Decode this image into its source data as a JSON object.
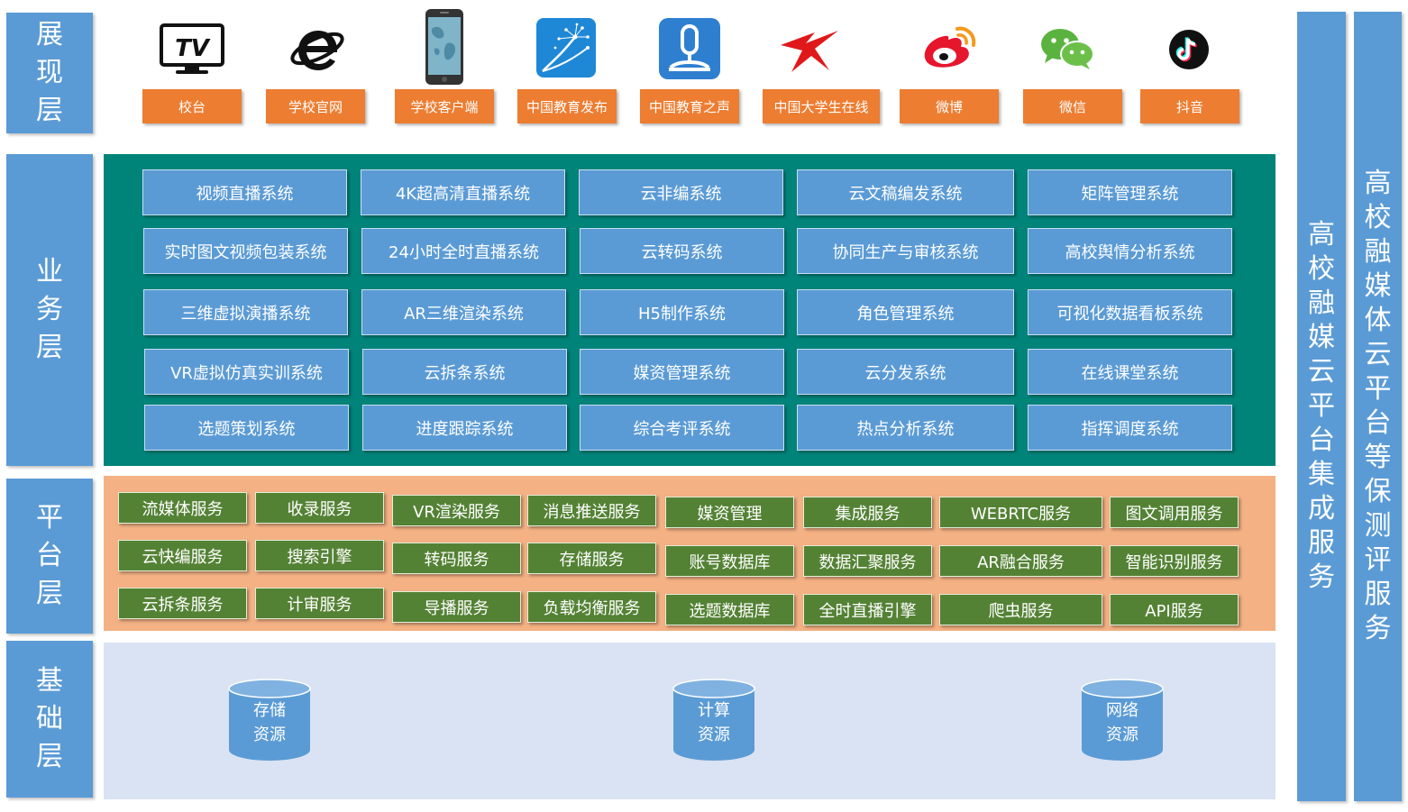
{
  "layers": {
    "display": [
      "展",
      "现",
      "层"
    ],
    "business": [
      "业",
      "务",
      "层"
    ],
    "platform": [
      "平",
      "台",
      "层"
    ],
    "foundation": [
      "基",
      "础",
      "层"
    ]
  },
  "side": {
    "integration": [
      "高",
      "校",
      "融",
      "媒",
      "云",
      "平",
      "台",
      "集",
      "成",
      "服",
      "务"
    ],
    "evaluation": [
      "高",
      "校",
      "融",
      "媒",
      "体",
      "云",
      "平",
      "台",
      "等",
      "保",
      "测",
      "评",
      "服",
      "务"
    ]
  },
  "channels": [
    {
      "label": "校台",
      "icon": "tv-icon"
    },
    {
      "label": "学校官网",
      "icon": "ie-browser-icon"
    },
    {
      "label": "学校客户端",
      "icon": "smartphone-icon"
    },
    {
      "label": "中国教育发布",
      "icon": "dandelion-app-icon"
    },
    {
      "label": "中国教育之声",
      "icon": "microphone-app-icon"
    },
    {
      "label": "中国大学生在线",
      "icon": "red-logo-icon"
    },
    {
      "label": "微博",
      "icon": "weibo-icon"
    },
    {
      "label": "微信",
      "icon": "wechat-icon"
    },
    {
      "label": "抖音",
      "icon": "douyin-icon"
    }
  ],
  "tv_text": "TV",
  "business": {
    "rows": [
      [
        "视频直播系统",
        "4K超高清直播系统",
        "云非编系统",
        "云文稿编发系统",
        "矩阵管理系统"
      ],
      [
        "实时图文视频包装系统",
        "24小时全时直播系统",
        "云转码系统",
        "协同生产与审核系统",
        "高校舆情分析系统"
      ],
      [
        "三维虚拟演播系统",
        "AR三维渲染系统",
        "H5制作系统",
        "角色管理系统",
        "可视化数据看板系统"
      ],
      [
        "VR虚拟仿真实训系统",
        "云拆条系统",
        "媒资管理系统",
        "云分发系统",
        "在线课堂系统"
      ],
      [
        "选题策划系统",
        "进度跟踪系统",
        "综合考评系统",
        "热点分析系统",
        "指挥调度系统"
      ]
    ]
  },
  "platform": {
    "rows": [
      [
        "流媒体服务",
        "收录服务",
        "VR渲染服务",
        "消息推送服务",
        "媒资管理",
        "集成服务",
        "WEBRTC服务",
        "图文调用服务"
      ],
      [
        "云快编服务",
        "搜索引擎",
        "转码服务",
        "存储服务",
        "账号数据库",
        "数据汇聚服务",
        "AR融合服务",
        "智能识别服务"
      ],
      [
        "云拆条服务",
        "计审服务",
        "导播服务",
        "负载均衡服务",
        "选题数据库",
        "全时直播引擎",
        "爬虫服务",
        "API服务"
      ]
    ]
  },
  "foundation": {
    "resources": [
      [
        "存储",
        "资源"
      ],
      [
        "计算",
        "资源"
      ],
      [
        "网络",
        "资源"
      ]
    ]
  },
  "colors": {
    "layer_blue": "#5b9bd5",
    "channel_orange": "#ed7d31",
    "business_teal": "#00847a",
    "platform_peach": "#f4b183",
    "platform_green": "#548235",
    "foundation_lavender": "#dae3f3"
  }
}
